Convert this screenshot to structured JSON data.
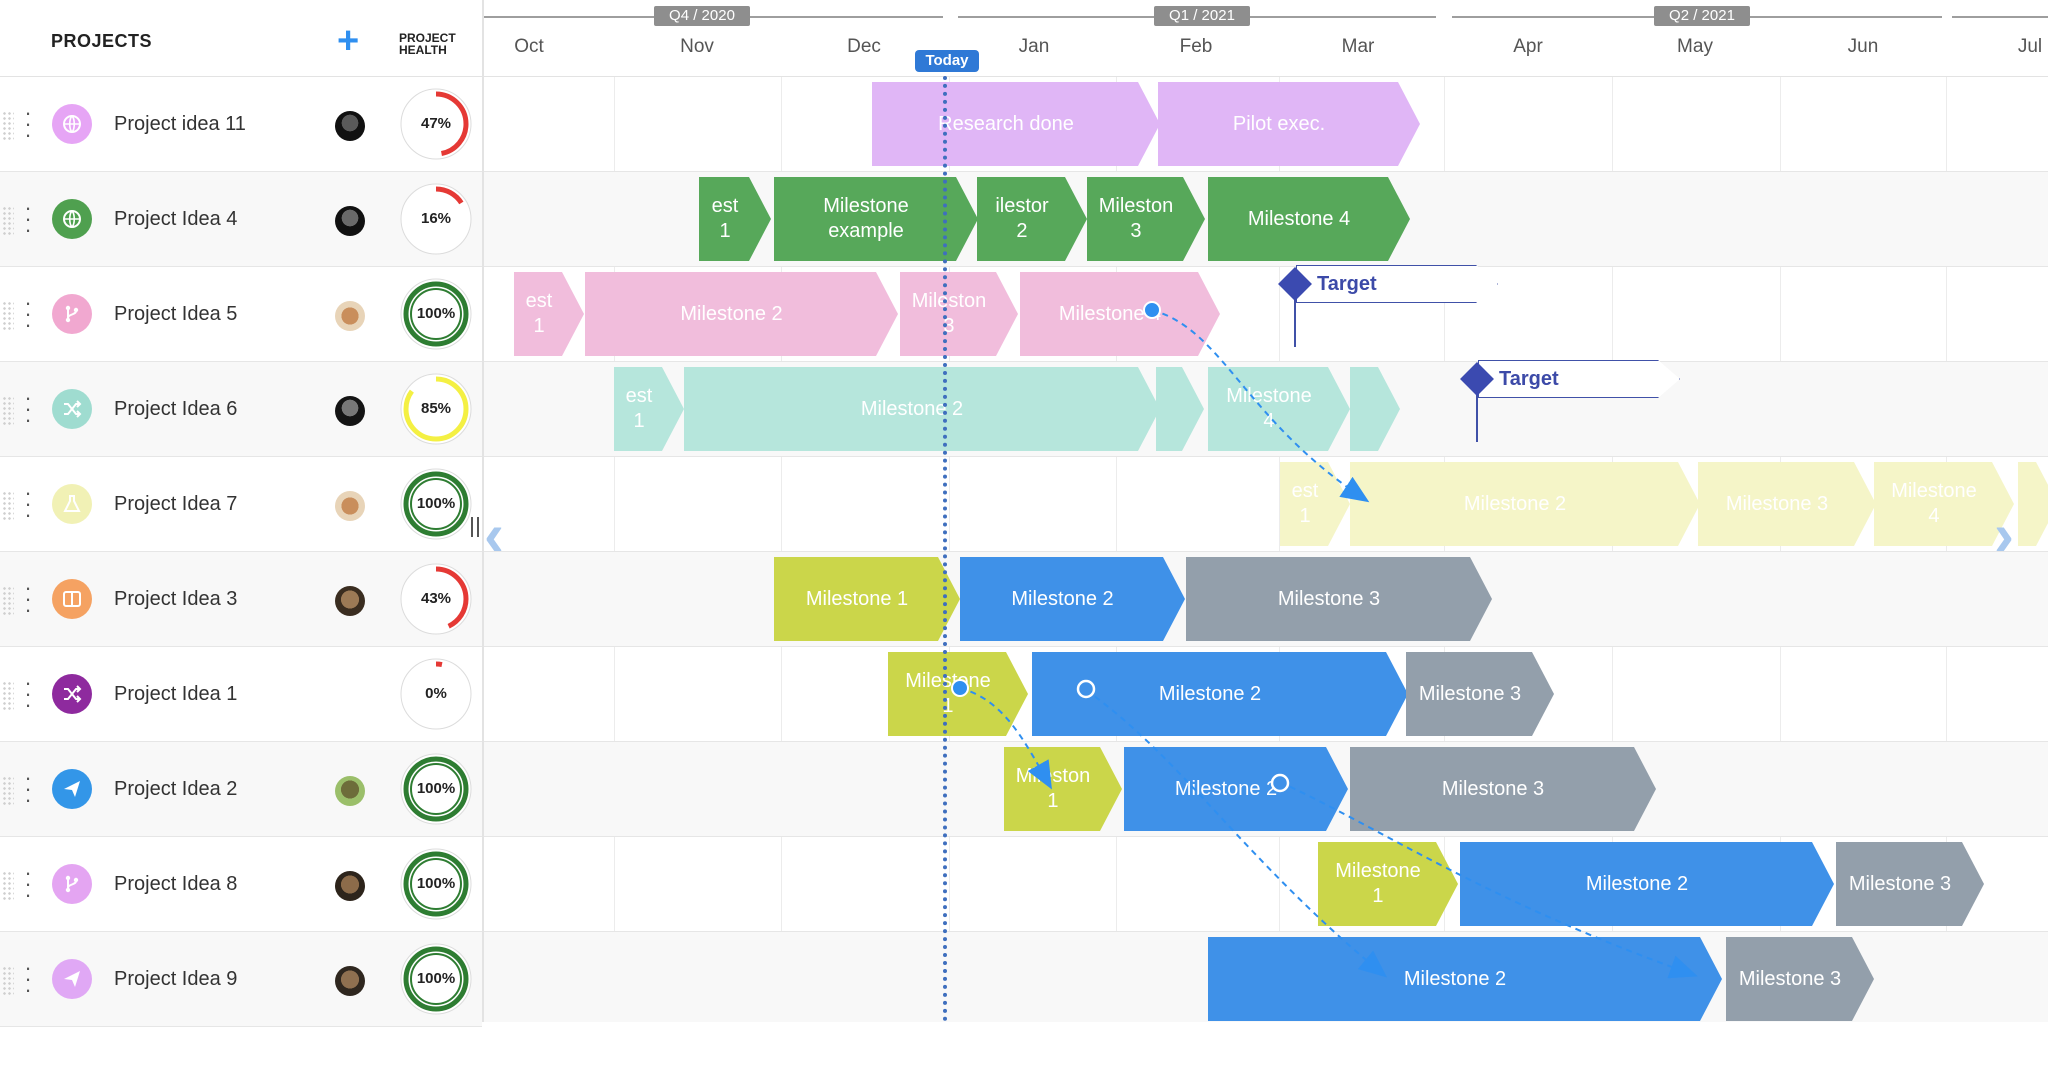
{
  "header": {
    "projects_title": "PROJECTS",
    "add_label": "+",
    "health_label_line1": "PROJECT",
    "health_label_line2": "HEALTH"
  },
  "timeline": {
    "quarters": [
      "Q4 / 2020",
      "Q1 / 2021",
      "Q2 / 2021"
    ],
    "months": [
      "Oct",
      "Nov",
      "Dec",
      "Jan",
      "Feb",
      "Mar",
      "Apr",
      "May",
      "Jun",
      "Jul"
    ],
    "today_label": "Today"
  },
  "projects": [
    {
      "name": "Project idea 11",
      "health": "47%",
      "health_value": 47,
      "health_color": "#e53935",
      "icon": "globe-icon",
      "icon_bg": "#e6a5f5"
    },
    {
      "name": "Project Idea 4",
      "health": "16%",
      "health_value": 16,
      "health_color": "#e53935",
      "icon": "globe-icon",
      "icon_bg": "#4fa04f"
    },
    {
      "name": "Project Idea 5",
      "health": "100%",
      "health_value": 100,
      "health_color": "#2e7d32",
      "icon": "branch-icon",
      "icon_bg": "#f1a8d0"
    },
    {
      "name": "Project Idea 6",
      "health": "85%",
      "health_value": 85,
      "health_color": "#f4f043",
      "icon": "shuffle-icon",
      "icon_bg": "#9fdcd0"
    },
    {
      "name": "Project Idea 7",
      "health": "100%",
      "health_value": 100,
      "health_color": "#2e7d32",
      "icon": "flask-icon",
      "icon_bg": "#f1f1b5"
    },
    {
      "name": "Project Idea 3",
      "health": "43%",
      "health_value": 43,
      "health_color": "#e53935",
      "icon": "board-icon",
      "icon_bg": "#f5a262"
    },
    {
      "name": "Project Idea 1",
      "health": "0%",
      "health_value": 0,
      "health_color": "#e53935",
      "icon": "shuffle-icon",
      "icon_bg": "#8e2a9e"
    },
    {
      "name": "Project Idea 2",
      "health": "100%",
      "health_value": 100,
      "health_color": "#2e7d32",
      "icon": "send-icon",
      "icon_bg": "#3396e8"
    },
    {
      "name": "Project Idea 8",
      "health": "100%",
      "health_value": 100,
      "health_color": "#2e7d32",
      "icon": "branch-icon",
      "icon_bg": "#e4a5f2"
    },
    {
      "name": "Project Idea 9",
      "health": "100%",
      "health_value": 100,
      "health_color": "#2e7d32",
      "icon": "send-icon",
      "icon_bg": "#e0a8f5"
    }
  ],
  "milestones": [
    {
      "row": 0,
      "label": "Research done",
      "color": "#e0b6f6"
    },
    {
      "row": 0,
      "label": "Pilot exec.",
      "color": "#e0b6f6"
    },
    {
      "row": 1,
      "label": "est\n1",
      "color": "#57a85a"
    },
    {
      "row": 1,
      "label": "Milestone\nexample",
      "color": "#57a85a"
    },
    {
      "row": 1,
      "label": "ilestor\n2",
      "color": "#57a85a"
    },
    {
      "row": 1,
      "label": "Mileston\n3",
      "color": "#57a85a"
    },
    {
      "row": 1,
      "label": "Milestone 4",
      "color": "#57a85a"
    },
    {
      "row": 2,
      "label": "est\n1",
      "color": "#f1bddc"
    },
    {
      "row": 2,
      "label": "Milestone 2",
      "color": "#f1bddc"
    },
    {
      "row": 2,
      "label": "Mileston\n3",
      "color": "#f1bddc"
    },
    {
      "row": 2,
      "label": "Milestone 4",
      "color": "#f1bddc"
    },
    {
      "row": 3,
      "label": "est\n1",
      "color": "#b6e6dc"
    },
    {
      "row": 3,
      "label": "Milestone 2",
      "color": "#b6e6dc"
    },
    {
      "row": 3,
      "label": "",
      "color": "#b6e6dc"
    },
    {
      "row": 3,
      "label": "Milestone\n4",
      "color": "#b6e6dc"
    },
    {
      "row": 3,
      "label": "",
      "color": "#b6e6dc"
    },
    {
      "row": 4,
      "label": "est\n1",
      "color": "#f5f5c8"
    },
    {
      "row": 4,
      "label": "Milestone 2",
      "color": "#f5f5c8"
    },
    {
      "row": 4,
      "label": "Milestone 3",
      "color": "#f5f5c8"
    },
    {
      "row": 4,
      "label": "Milestone\n4",
      "color": "#f5f5c8"
    },
    {
      "row": 4,
      "label": "",
      "color": "#f5f5c8"
    },
    {
      "row": 5,
      "label": "Milestone 1",
      "color": "#cbd64a"
    },
    {
      "row": 5,
      "label": "Milestone 2",
      "color": "#3f91e8"
    },
    {
      "row": 5,
      "label": "Milestone 3",
      "color": "#939fab"
    },
    {
      "row": 6,
      "label": "Milestone\n1",
      "color": "#cbd64a"
    },
    {
      "row": 6,
      "label": "Milestone 2",
      "color": "#3f91e8"
    },
    {
      "row": 6,
      "label": "Milestone 3",
      "color": "#939fab"
    },
    {
      "row": 7,
      "label": "Mileston\n1",
      "color": "#cbd64a"
    },
    {
      "row": 7,
      "label": "Milestone 2",
      "color": "#3f91e8"
    },
    {
      "row": 7,
      "label": "Milestone 3",
      "color": "#939fab"
    },
    {
      "row": 8,
      "label": "Milestone\n1",
      "color": "#cbd64a"
    },
    {
      "row": 8,
      "label": "Milestone 2",
      "color": "#3f91e8"
    },
    {
      "row": 8,
      "label": "Milestone 3",
      "color": "#939fab"
    },
    {
      "row": 9,
      "label": "Milestone 2",
      "color": "#3f91e8"
    },
    {
      "row": 9,
      "label": "Milestone 3",
      "color": "#939fab"
    }
  ],
  "targets": [
    {
      "row": 2,
      "label": "Target",
      "color": "#3b4ab0"
    },
    {
      "row": 3,
      "label": "Target",
      "color": "#3b4ab0"
    }
  ],
  "colors": {
    "accent": "#2f8ff0",
    "today": "#2f79d6",
    "dependency": "#2f8ff0"
  }
}
